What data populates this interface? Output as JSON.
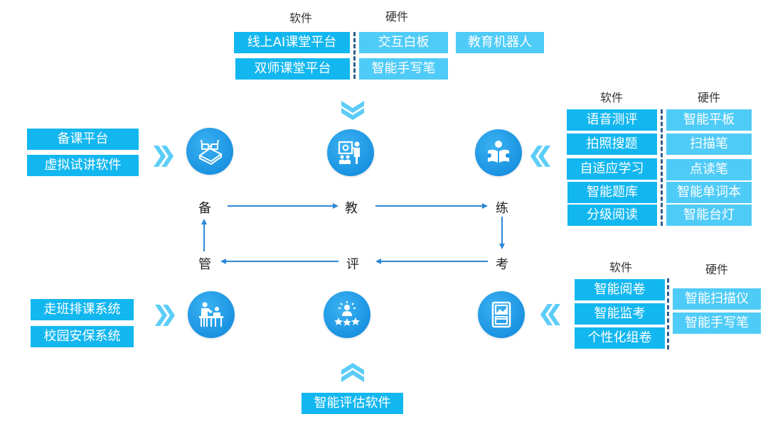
{
  "colors": {
    "software_box": "#13b7ef",
    "hardware_box": "#4fcbf7",
    "node": "#1a93e2",
    "arrow": "#2e86d6",
    "chevron": "#5ccdf8"
  },
  "stages": {
    "bei": "备",
    "jiao": "教",
    "lian": "练",
    "kao": "考",
    "ping": "评",
    "guan": "管"
  },
  "top": {
    "software_label": "软件",
    "hardware_label": "硬件",
    "software": [
      "线上AI课堂平台",
      "双师课堂平台"
    ],
    "hardware": [
      "交互白板",
      "智能手写笔",
      "教育机器人"
    ]
  },
  "left_top": {
    "items": [
      "备课平台",
      "虚拟试讲软件"
    ]
  },
  "left_bottom": {
    "items": [
      "走班排课系统",
      "校园安保系统"
    ]
  },
  "right_top": {
    "software_label": "软件",
    "hardware_label": "硬件",
    "software": [
      "语音测评",
      "拍照搜题",
      "自适应学习",
      "智能题库",
      "分级阅读"
    ],
    "hardware": [
      "智能平板",
      "扫描笔",
      "点读笔",
      "智能单词本",
      "智能台灯"
    ]
  },
  "right_bottom": {
    "software_label": "软件",
    "hardware_label": "硬件",
    "software": [
      "智能阅卷",
      "智能监考",
      "个性化组卷"
    ],
    "hardware": [
      "智能扫描仪",
      "智能手写笔"
    ]
  },
  "bottom": {
    "items": [
      "智能评估软件"
    ]
  },
  "icons": {
    "bei": "glasses-books-icon",
    "jiao": "teacher-board-icon",
    "lian": "reading-person-icon",
    "kao": "exam-paper-icon",
    "ping": "rating-stars-icon",
    "guan": "meeting-desk-icon"
  }
}
